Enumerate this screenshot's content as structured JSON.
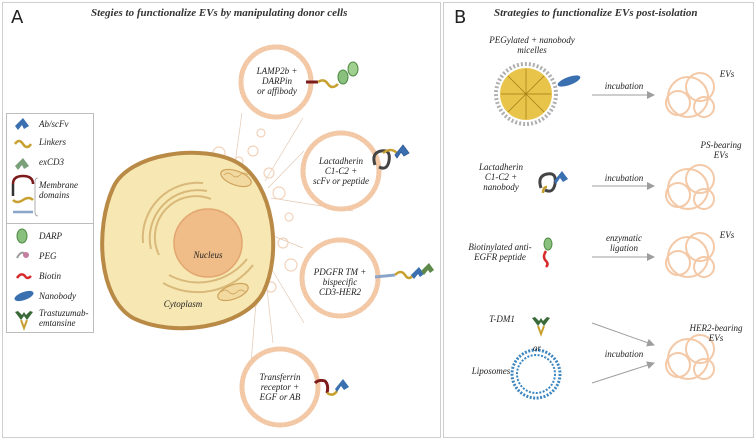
{
  "panel_a": {
    "letter": "A",
    "title": "Stegies to functionalize EVs by manipulating donor cells",
    "cell": {
      "nucleus": "Nucleus",
      "cytoplasm": "Cytoplasm"
    },
    "evs": [
      {
        "line1": "LAMP2b +",
        "line2": "DARPin",
        "line3": "or affibody"
      },
      {
        "line1": "Lactadherin",
        "line2": "C1-C2 +",
        "line3": "scFv or peptide"
      },
      {
        "line1": "PDGFR TM +",
        "line2": "bispecific",
        "line3": "CD3-HER2"
      },
      {
        "line1": "Transferrin",
        "line2": "receptor +",
        "line3": "EGF or AB"
      }
    ],
    "legend_top": [
      {
        "label": "Ab/scFv",
        "icon": "antibody-icon"
      },
      {
        "label": "Linkers",
        "icon": "linker-icon"
      },
      {
        "label": "exCD3",
        "icon": "excd3-icon"
      },
      {
        "label_line1": "Membrane",
        "label_line2": "domains",
        "icon": "membrane-domain-icon"
      }
    ],
    "legend_bottom": [
      {
        "label": "DARP",
        "icon": "darp-icon"
      },
      {
        "label": "PEG",
        "icon": "peg-icon"
      },
      {
        "label": "Biotin",
        "icon": "biotin-icon"
      },
      {
        "label": "Nanobody",
        "icon": "nanobody-icon"
      },
      {
        "label_line1": "Trastuzumab-",
        "label_line2": "emtansine",
        "icon": "tdm1-icon"
      }
    ]
  },
  "panel_b": {
    "letter": "B",
    "title": "Strategies to functionalize EVs post-isolation",
    "rows": [
      {
        "left_line1": "PEGylated + nanobody",
        "left_line2": "micelles",
        "arrow_label": "incubation",
        "right_label": "EVs"
      },
      {
        "left_line1": "Lactadherin",
        "left_line2": "C1-C2 +",
        "left_line3": "nanobody",
        "arrow_label": "incubation",
        "right_line1": "PS-bearing",
        "right_line2": "EVs"
      },
      {
        "left_line1": "Biotinylated anti-",
        "left_line2": "EGFR peptide",
        "arrow_line1": "enzymatic",
        "arrow_line2": "ligation",
        "right_label": "EVs"
      },
      {
        "left_top": "T-DM1",
        "middle": "or",
        "left_bottom": "Liposomes",
        "arrow_label": "incubation",
        "right_line1": "HER2-bearing",
        "right_line2": "EVs"
      }
    ]
  },
  "colors": {
    "ev_ring": "#f3c9a8",
    "cell_fill": "#f7e7b2",
    "cell_border": "#b98a46",
    "nucleus": "#f0bd88",
    "antibody": "#3a6fb0",
    "linker": "#c8a030",
    "membrane_domain": "#7b1b1b",
    "arrow": "#9e9e9e"
  }
}
